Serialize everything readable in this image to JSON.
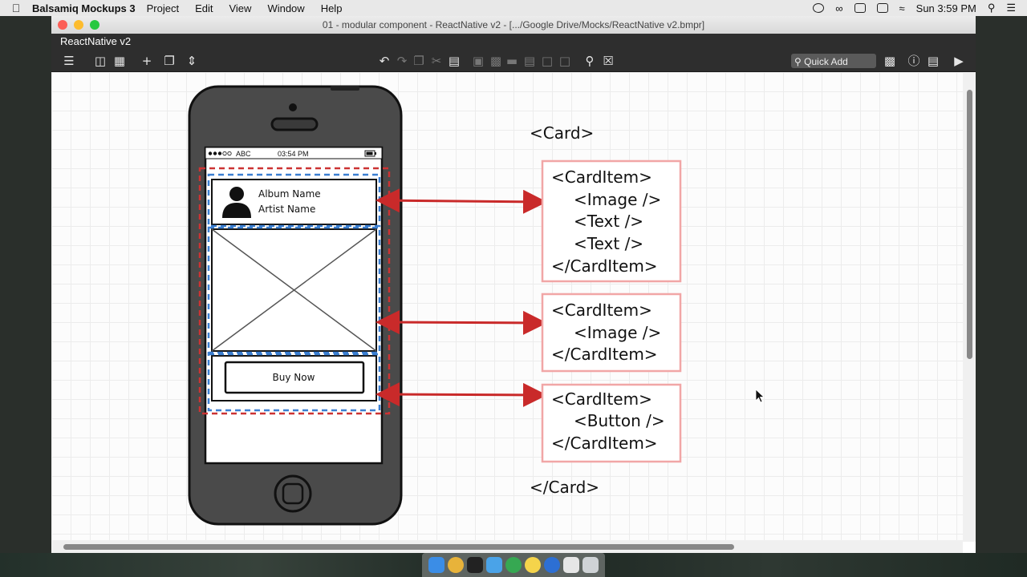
{
  "menubar": {
    "app_name": "Balsamiq Mockups 3",
    "items": [
      "Project",
      "Edit",
      "View",
      "Window",
      "Help"
    ],
    "clock": "Sun 3:59 PM"
  },
  "window": {
    "title": "01 - modular component - ReactNative v2 - [.../Google Drive/Mocks/ReactNative v2.bmpr]",
    "project_name": "ReactNative v2",
    "quick_add_label": "Quick Add"
  },
  "phone": {
    "status_carrier": "ABC",
    "status_time": "03:54 PM",
    "album_name": "Album Name",
    "artist_name": "Artist Name",
    "button_label": "Buy Now"
  },
  "code": {
    "card_open": "<Card>",
    "card_close": "</Card>",
    "box1": [
      "<CardItem>",
      "<Image />",
      "<Text />",
      "<Text />",
      "</CardItem>"
    ],
    "box2": [
      "<CardItem>",
      "<Image />",
      "</CardItem>"
    ],
    "box3": [
      "<CardItem>",
      "<Button />",
      "</CardItem>"
    ]
  },
  "colors": {
    "red_dash": "#cc3333",
    "blue_dash": "#3b7fd1",
    "arrow": "#c92a2a",
    "box_border": "#f1a6a6"
  }
}
